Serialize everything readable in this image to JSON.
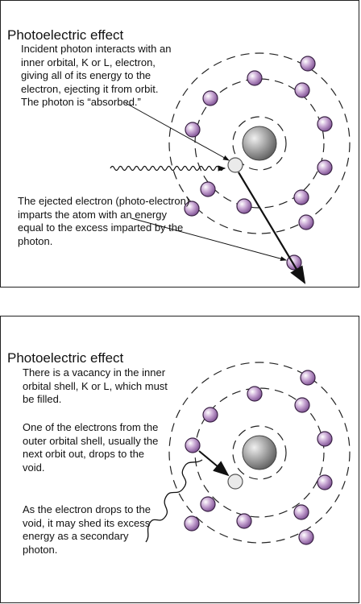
{
  "panel_top": {
    "title": "Photoelectric effect",
    "incident_text": "Incident photon interacts with an inner orbital, K or L, electron, giving all of its energy to the electron, ejecting it from orbit. The photon is “absorbed.”",
    "ejected_text": "The ejected electron (photo-electron) imparts the atom with an energy equal to the excess imparted by the photon."
  },
  "panel_bottom": {
    "title": "Photoelectric effect",
    "vacancy_text": "There is a vacancy in the inner orbital shell, K or L, which must be filled.",
    "drop_text": "One of the electrons from the outer orbital shell, usually the next orbit out, drops to the void.",
    "photon_text": "As the electron drops to the void, it may shed its excess energy as a secondary photon."
  },
  "colors": {
    "electron": "#a67bb5",
    "nucleus": "#9a9a9a",
    "vacancy": "#e8e8e8"
  }
}
